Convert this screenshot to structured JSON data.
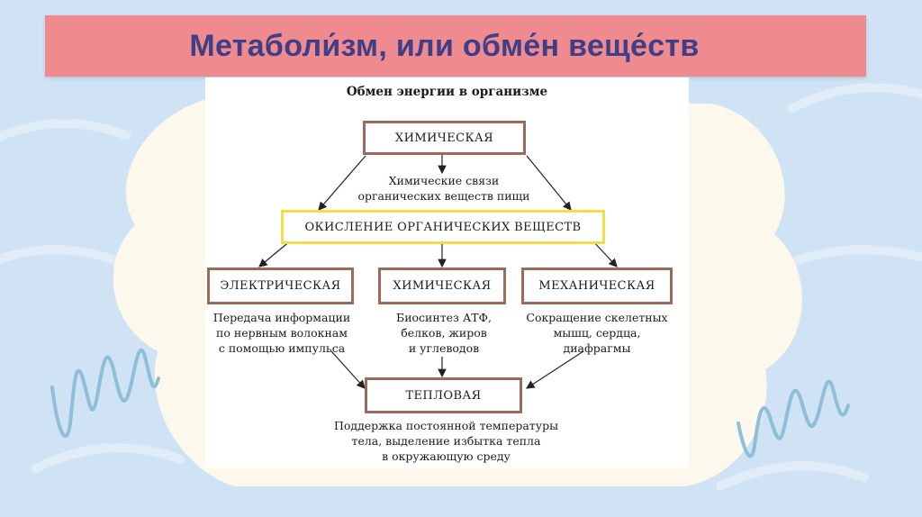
{
  "title": "Метаболи́зм, или обме́н веще́ств",
  "diagram": {
    "heading": "Обмен энергии в организме",
    "top_box": "ХИМИЧЕСКАЯ",
    "top_note": "Химические связи\nорганических веществ пищи",
    "middle_box": "ОКИСЛЕНИЕ ОРГАНИЧЕСКИХ ВЕЩЕСТВ",
    "branches": [
      {
        "label": "ЭЛЕКТРИЧЕСКАЯ",
        "note": "Передача информации\nпо нервным волокнам\nс помощью импульса"
      },
      {
        "label": "ХИМИЧЕСКАЯ",
        "note": "Биосинтез АТФ,\nбелков, жиров\nи углеводов"
      },
      {
        "label": "МЕХАНИЧЕСКАЯ",
        "note": "Сокращение скелетных\nмышц, сердца,\nдиафрагмы"
      }
    ],
    "bottom_box": "ТЕПЛОВАЯ",
    "bottom_note": "Поддержка постоянной температуры\nтела, выделение избытка тепла\nв окружающую среду"
  },
  "colors": {
    "background": "#cfe3f4",
    "title_bar": "#ef8a8e",
    "title_text": "#3f3e86",
    "box_border": "#9b6a58",
    "highlight_border": "#f2de44",
    "squiggle": "#8fbfd8"
  }
}
